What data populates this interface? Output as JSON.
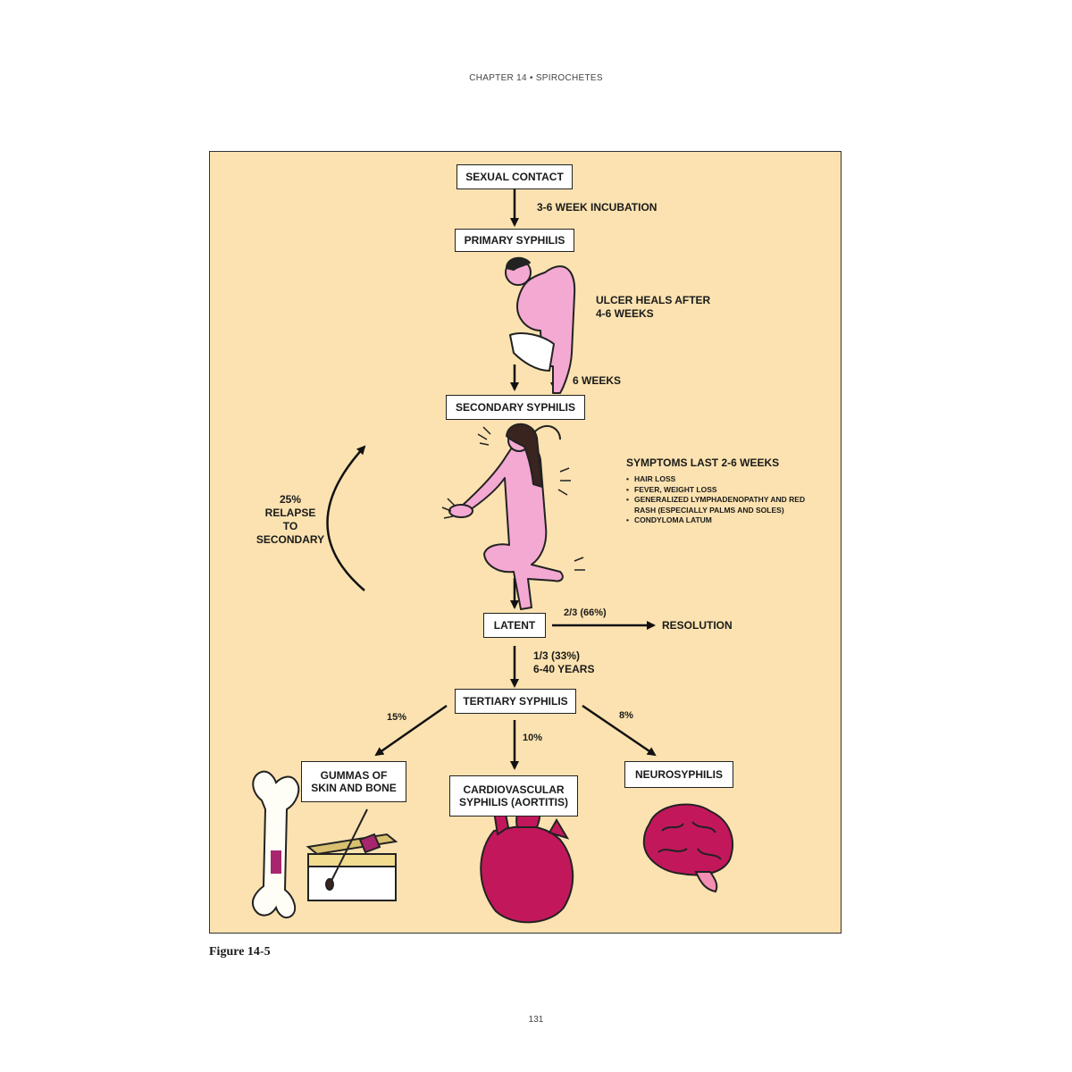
{
  "header": {
    "running_head": "CHAPTER 14 • SPIROCHETES"
  },
  "flow": {
    "sexual_contact": "SEXUAL CONTACT",
    "incubation": "3-6 WEEK INCUBATION",
    "primary": "PRIMARY SYPHILIS",
    "ulcer_heals": "ULCER HEALS AFTER\n4-6 WEEKS",
    "six_weeks": "6 WEEKS",
    "secondary": "SECONDARY SYPHILIS",
    "symptoms_title": "SYMPTOMS LAST 2-6 WEEKS",
    "symptoms": [
      "HAIR LOSS",
      "FEVER, WEIGHT LOSS",
      "GENERALIZED LYMPHADENOPATHY AND RED RASH (ESPECIALLY PALMS AND SOLES)",
      "CONDYLOMA LATUM"
    ],
    "relapse": "25%\nRELAPSE\nTO\nSECONDARY",
    "latent": "LATENT",
    "resolution_pct": "2/3 (66%)",
    "resolution": "RESOLUTION",
    "tertiary_pct": "1/3 (33%)\n6-40 YEARS",
    "tertiary": "TERTIARY SYPHILIS",
    "gummas_pct": "15%",
    "cardio_pct": "10%",
    "neuro_pct": "8%",
    "gummas": "GUMMAS OF\nSKIN AND BONE",
    "cardio": "CARDIOVASCULAR\nSYPHILIS (AORTITIS)",
    "neuro": "NEUROSYPHILIS"
  },
  "caption": "Figure 14-5",
  "page_number": "131",
  "colors": {
    "background": "#fbe2b0",
    "skin": "#f4a9d3",
    "organ": "#c2185b"
  }
}
